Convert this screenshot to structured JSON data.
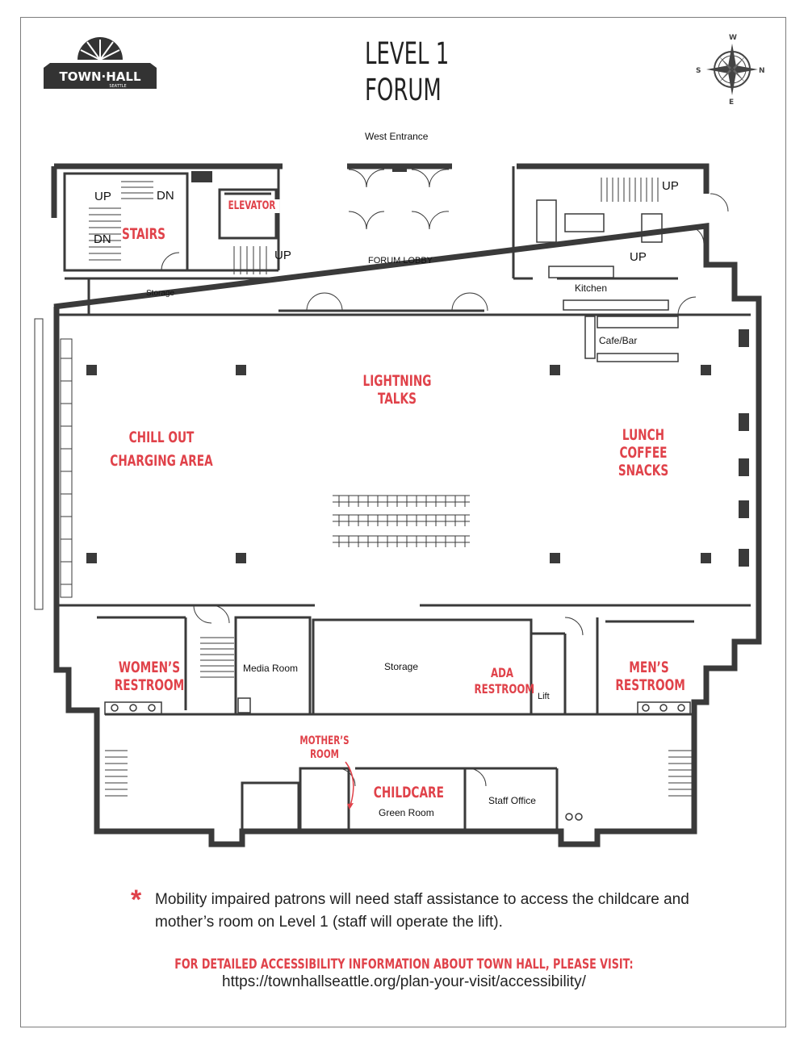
{
  "header": {
    "logo_text": "TOWN·HALL",
    "logo_sub": "SEATTLE",
    "title_line1": "LEVEL 1",
    "title_line2": "FORUM"
  },
  "compass": {
    "n": "N",
    "s": "S",
    "e": "E",
    "w": "W"
  },
  "labels": {
    "west_entrance": "West Entrance",
    "forum_lobby": "FORUM LOBBY",
    "storage_top": "Storage",
    "kitchen": "Kitchen",
    "cafe_bar": "Cafe/Bar",
    "media_room": "Media Room",
    "storage_mid": "Storage",
    "lift": "Lift",
    "green_room": "Green Room",
    "staff_office": "Staff Office"
  },
  "stair_marks": {
    "up1": "UP",
    "dn1": "DN",
    "dn2": "DN",
    "up2": "UP",
    "up3": "UP",
    "up4": "UP"
  },
  "zones": {
    "stairs": "STAIRS",
    "elevator": "ELEVATOR",
    "lightning_1": "LIGHTNING",
    "lightning_2": "TALKS",
    "chill_1": "CHILL OUT",
    "chill_2": "CHARGING AREA",
    "lunch_1": "LUNCH",
    "lunch_2": "COFFEE",
    "lunch_3": "SNACKS",
    "women_1": "WOMEN’S",
    "women_2": "RESTROOM",
    "men_1": "MEN’S",
    "men_2": "RESTROOM",
    "ada_1": "ADA",
    "ada_2": "RESTROOM",
    "mother_1": "MOTHER’S",
    "mother_2": "ROOM",
    "childcare": "CHILDCARE"
  },
  "footer": {
    "star": "*",
    "note": "Mobility impaired patrons will need staff assistance to access the childcare and mother’s room on Level 1 (staff will operate the lift).",
    "visit_heading": "FOR DETAILED ACCESSIBILITY INFORMATION ABOUT TOWN HALL, PLEASE VISIT:",
    "visit_url": "https://townhallseattle.org/plan-your-visit/accessibility/"
  },
  "colors": {
    "accent": "#e0424a",
    "wall": "#3a3a3a",
    "text": "#222222"
  }
}
